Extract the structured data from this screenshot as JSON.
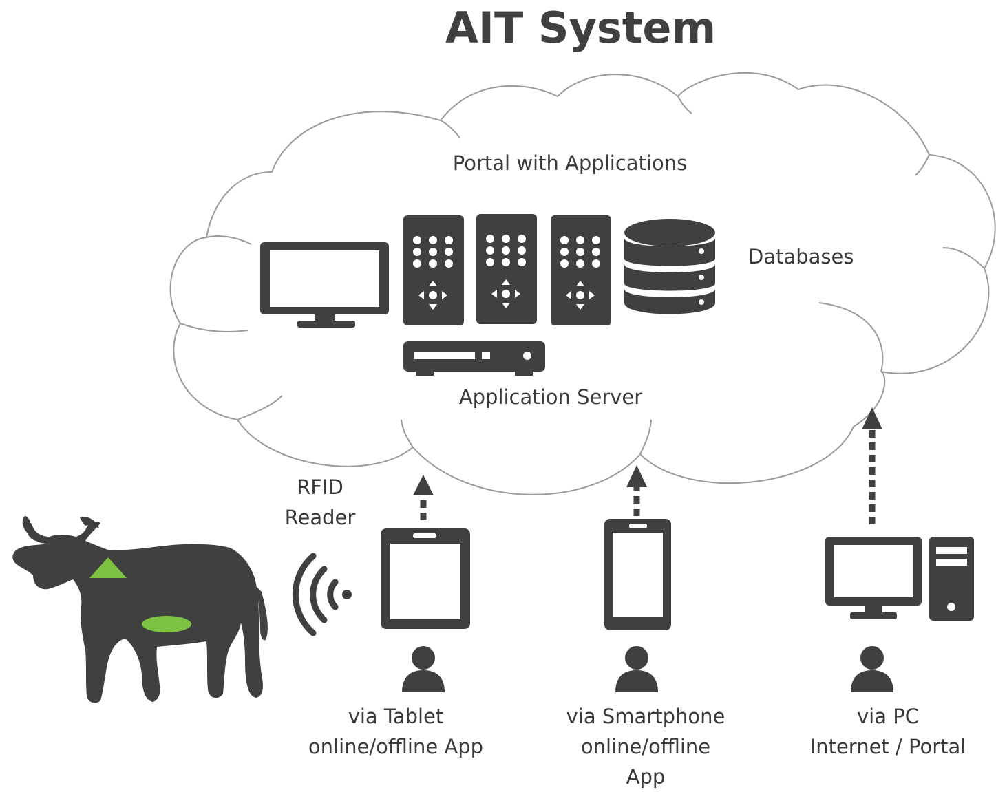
{
  "title": "AIT System",
  "cloud": {
    "portal_label": "Portal with Applications",
    "databases_label": "Databases",
    "server_label": "Application Server"
  },
  "rfid": {
    "line1": "RFID",
    "line2": "Reader"
  },
  "clients": [
    {
      "line1": "via Tablet",
      "line2": "online/offline App",
      "line3": ""
    },
    {
      "line1": "via Smartphone",
      "line2": "online/offline",
      "line3": "App"
    },
    {
      "line1": "via PC",
      "line2": "Internet / Portal",
      "line3": ""
    }
  ],
  "colors": {
    "icon": "#404040",
    "accent_green": "#7dc242",
    "cloud_stroke": "#a0a0a0",
    "text": "#3a3a3a"
  },
  "icons": [
    "monitor-icon",
    "server-rack-icon",
    "database-icon",
    "app-server-icon",
    "cow-icon",
    "rfid-signal-icon",
    "tablet-icon",
    "smartphone-icon",
    "pc-icon",
    "user-icon",
    "arrow-up-icon"
  ]
}
